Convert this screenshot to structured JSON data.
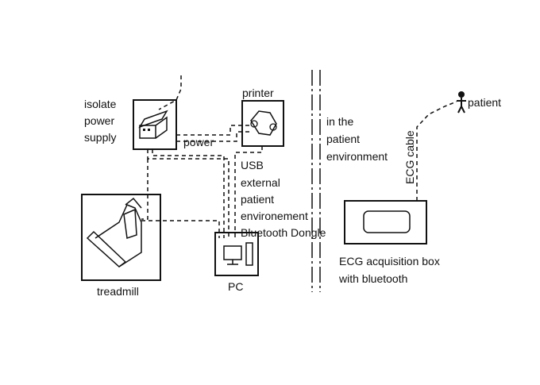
{
  "labels": {
    "isolate_power_supply": [
      "isolate",
      "power",
      "supply"
    ],
    "printer": "printer",
    "power": "power",
    "usb": "USB",
    "external": [
      "external",
      "patient",
      "environement"
    ],
    "bluetooth_dongle": "Bluetooth Dongle",
    "pc": "PC",
    "treadmill": "treadmill",
    "in_patient_env": [
      "in the",
      "patient",
      "environment"
    ],
    "ecg_cable": "ECG cable",
    "patient": "patient",
    "ecg_box": [
      "ECG acquisition box",
      "with bluetooth"
    ]
  }
}
